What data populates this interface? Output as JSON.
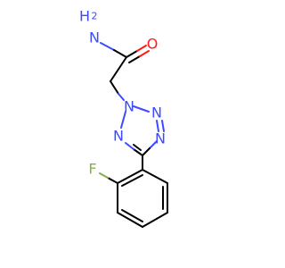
{
  "molecule": {
    "atoms": {
      "amide_nitrogen": {
        "label": "N",
        "color": "#3c4bff"
      },
      "amide_hydrogens": {
        "label": "H",
        "color": "#3c4bff"
      },
      "amide_h2_subscript": {
        "label": "2",
        "color": "#3c4bff"
      },
      "carbonyl_oxygen": {
        "label": "O",
        "color": "#ff1a1a"
      },
      "tetrazole_n2": {
        "label": "N",
        "color": "#3c4bff"
      },
      "tetrazole_n3": {
        "label": "N",
        "color": "#3c4bff"
      },
      "tetrazole_n4": {
        "label": "N",
        "color": "#3c4bff"
      },
      "tetrazole_n1": {
        "label": "N",
        "color": "#3c4bff"
      },
      "fluorine": {
        "label": "F",
        "color": "#7fb347"
      }
    },
    "colors": {
      "carbon_bond": "#000000",
      "nitrogen": "#3c4bff",
      "oxygen": "#ff1a1a",
      "fluorine": "#7fb347"
    }
  }
}
